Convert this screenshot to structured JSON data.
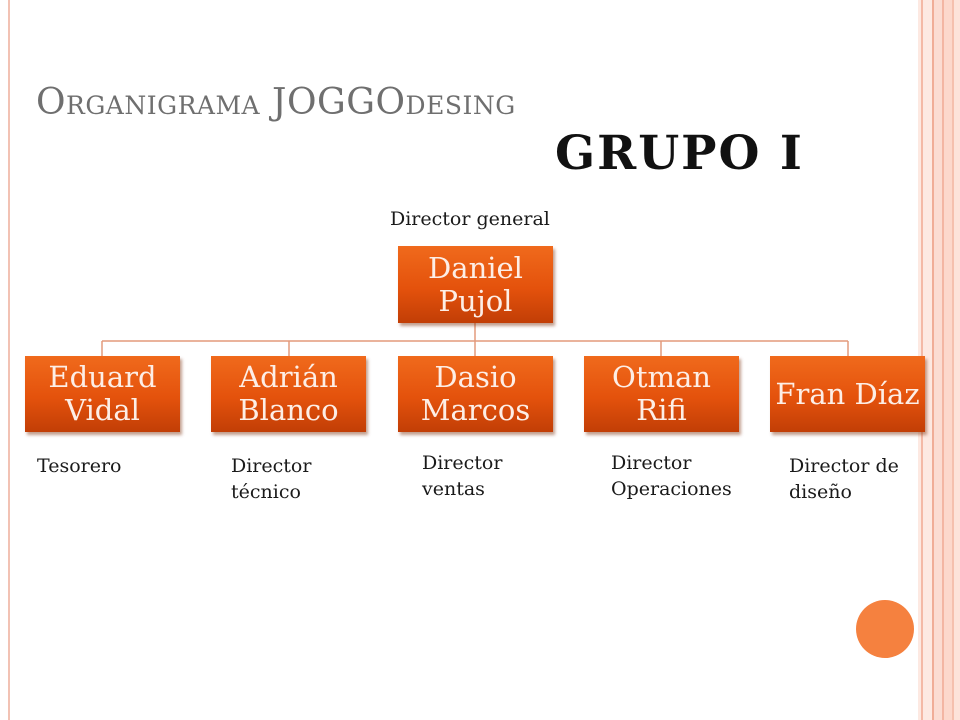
{
  "slide": {
    "title": "Organigrama JOGGOdesing",
    "group_label": "GRUPO I"
  },
  "org_chart": {
    "root": {
      "name": "Daniel Pujol",
      "role": "Director general"
    },
    "members": [
      {
        "name": "Eduard Vidal",
        "role": "Tesorero"
      },
      {
        "name": "Adrián Blanco",
        "role": "Director técnico"
      },
      {
        "name": "Dasio Marcos",
        "role": "Director ventas"
      },
      {
        "name": "Otman Rifi",
        "role": "Director Operaciones"
      },
      {
        "name": "Fran Díaz",
        "role": "Director de diseño"
      }
    ]
  },
  "colors": {
    "box_fill": "#e4520c",
    "box_text": "#fdeee6",
    "connector": "#e39a7c",
    "title_text": "#6f6f6f",
    "accent_circle": "#f5813f"
  }
}
